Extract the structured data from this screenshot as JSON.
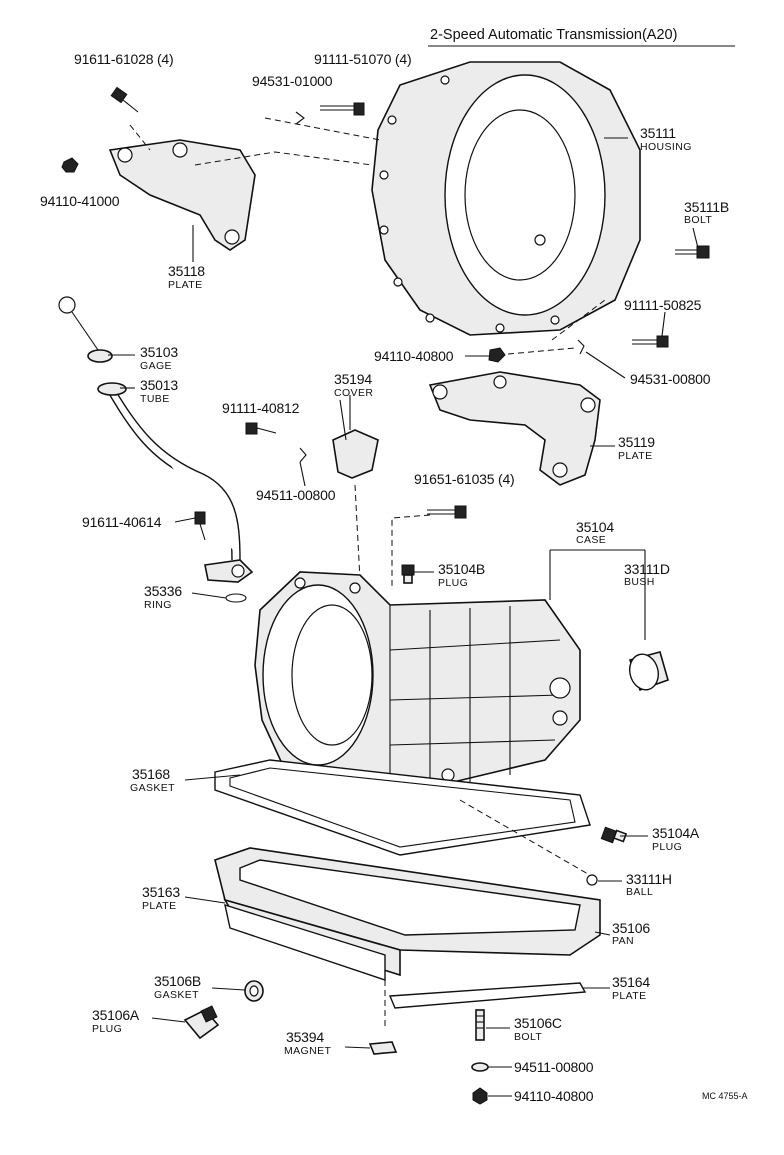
{
  "title": "2-Speed Automatic Transmission(A20)",
  "code": "MC 4755-A",
  "labels": {
    "p91611_61028": "91611-61028 (4)",
    "p94110_41000": "94110-41000",
    "p94531_01000": "94531-01000",
    "p91111_51070": "91111-51070 (4)",
    "p35111": "35111",
    "p35111_name": "HOUSING",
    "p35111b": "35111B",
    "p35111b_name": "BOLT",
    "p35118": "35118",
    "p35118_name": "PLATE",
    "p91111_50825": "91111-50825",
    "p35103": "35103",
    "p35103_name": "GAGE",
    "p35013": "35013",
    "p35013_name": "TUBE",
    "p94110_40800a": "94110-40800",
    "p94531_00800": "94531-00800",
    "p35194": "35194",
    "p35194_name": "COVER",
    "p91111_40812": "91111-40812",
    "p35119": "35119",
    "p35119_name": "PLATE",
    "p94511_00800a": "94511-00800",
    "p91651_61035": "91651-61035 (4)",
    "p91611_40614": "91611-40614",
    "p35104": "35104",
    "p35104_name": "CASE",
    "p33111d": "33111D",
    "p33111d_name": "BUSH",
    "p35104b": "35104B",
    "p35104b_name": "PLUG",
    "p35336": "35336",
    "p35336_name": "RING",
    "p35168": "35168",
    "p35168_name": "GASKET",
    "p35104a": "35104A",
    "p35104a_name": "PLUG",
    "p33111h": "33111H",
    "p33111h_name": "BALL",
    "p35163": "35163",
    "p35163_name": "PLATE",
    "p35106": "35106",
    "p35106_name": "PAN",
    "p35106b": "35106B",
    "p35106b_name": "GASKET",
    "p35164": "35164",
    "p35164_name": "PLATE",
    "p35106a": "35106A",
    "p35106a_name": "PLUG",
    "p35106c": "35106C",
    "p35106c_name": "BOLT",
    "p35394": "35394",
    "p35394_name": "MAGNET",
    "p94511_00800b": "94511-00800",
    "p94110_40800b": "94110-40800"
  }
}
